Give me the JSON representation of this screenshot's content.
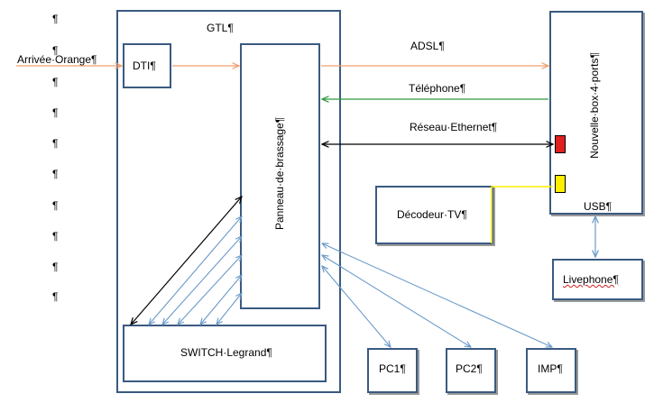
{
  "pilcrows": [
    "¶",
    "¶",
    "¶",
    "¶",
    "¶",
    "¶",
    "¶",
    "¶",
    "¶",
    "¶",
    "¶",
    "¶"
  ],
  "incoming_label": "Arrivée·Orange¶",
  "gtl_label": "GTL¶",
  "dti_label": "DTI¶",
  "panel_label": "Panneau·de·brassage¶",
  "switch_label": "SWITCH·Legrand¶",
  "box_label": "Nouvelle·box·4·ports¶",
  "usb_label": "USB¶",
  "decoder_label": "Décodeur·TV¶",
  "livephone_label": "Livephone¶",
  "pc1_label": "PC1¶",
  "pc2_label": "PC2¶",
  "imp_label": "IMP¶",
  "adsl_label": "ADSL¶",
  "telephone_label": "Téléphone¶",
  "ethernet_label": "Réseau·Ethernet¶",
  "colors": {
    "box_border": "#3a5a80",
    "adsl_wire": "#f0a070",
    "telephone_wire": "#2e9a3e",
    "ethernet_wire": "#000000",
    "switch_wire": "#6a9ac8",
    "tv_wire": "#ffee00",
    "port_red": "#e02020",
    "port_yellow": "#ffee00"
  }
}
